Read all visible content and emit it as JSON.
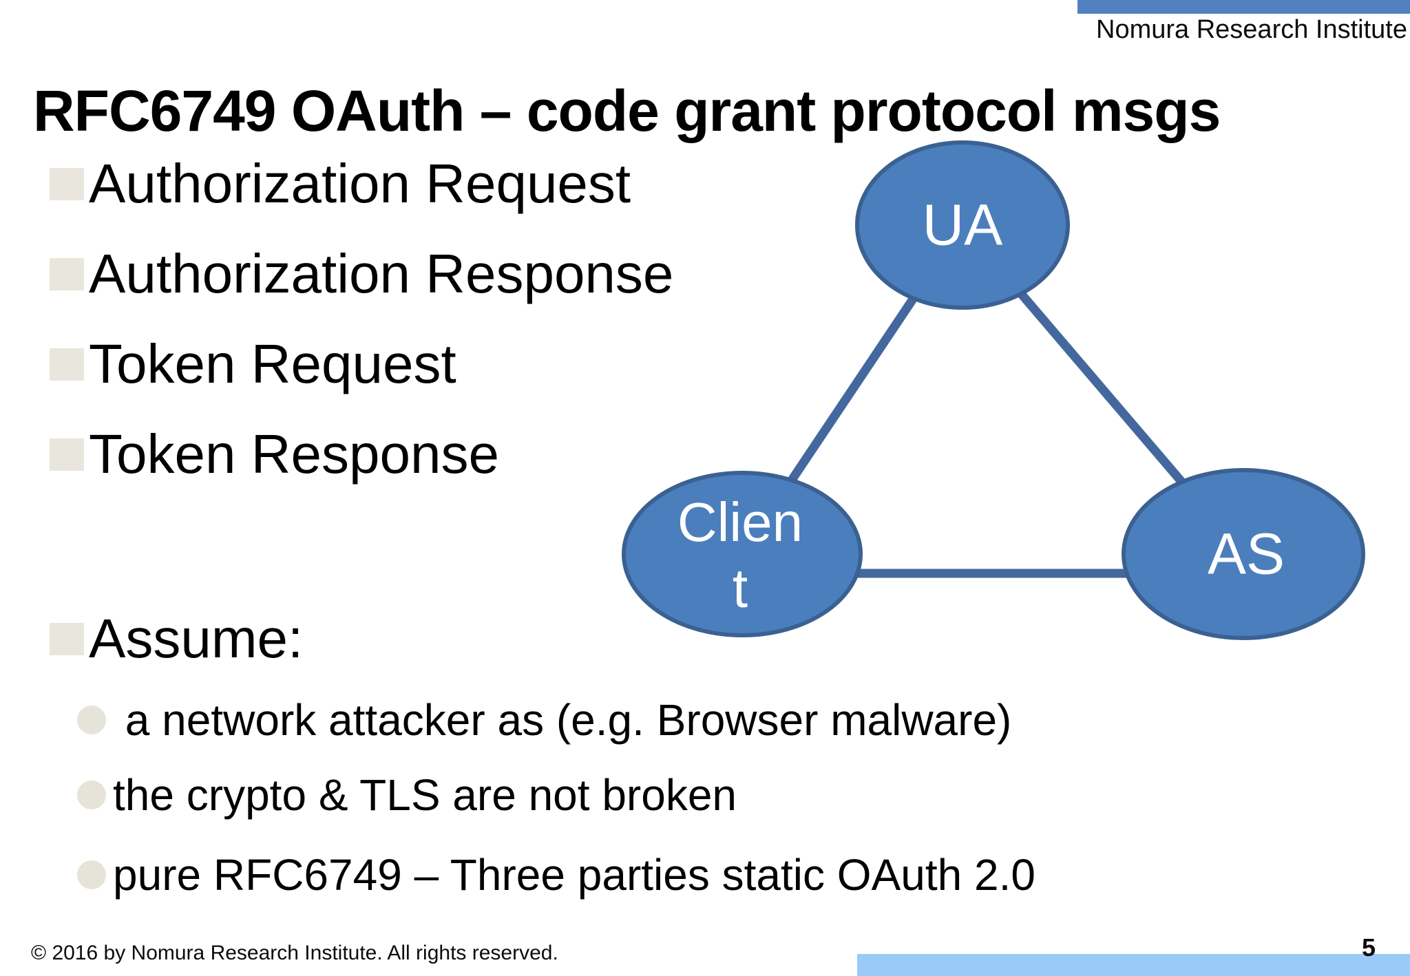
{
  "slide": {
    "header": {
      "org": "Nomura Research Institute"
    },
    "title": "RFC6749 OAuth – code grant protocol msgs",
    "bullets": [
      "Authorization Request",
      "Authorization Response",
      "Token Request",
      "Token Response",
      "Assume:"
    ],
    "sub_bullets": [
      " a network attacker as (e.g. Browser malware)",
      "the crypto & TLS are not broken",
      "pure RFC6749 – Three parties static OAuth 2.0"
    ],
    "diagram": {
      "nodes": [
        {
          "id": "ua",
          "label": "UA"
        },
        {
          "id": "client",
          "label": "Client",
          "lines": {
            "0": "Clien",
            "1": "t"
          }
        },
        {
          "id": "as",
          "label": "AS"
        }
      ],
      "edges": [
        {
          "from": "ua",
          "to": "client"
        },
        {
          "from": "ua",
          "to": "as"
        },
        {
          "from": "client",
          "to": "as"
        }
      ]
    },
    "footer": {
      "copyright": "© 2016 by Nomura Research Institute. All rights reserved.",
      "page_number": "5"
    },
    "colors": {
      "top_bar": "#5181be",
      "bottom_bar": "#9acbf8",
      "node_fill": "#4b7ebd",
      "node_border": "#3a6191",
      "edge_line": "#44689e",
      "bullet_square": "#e9e7dd",
      "sub_bullet_circle": "#e6e4d9",
      "text": "#000000"
    }
  }
}
